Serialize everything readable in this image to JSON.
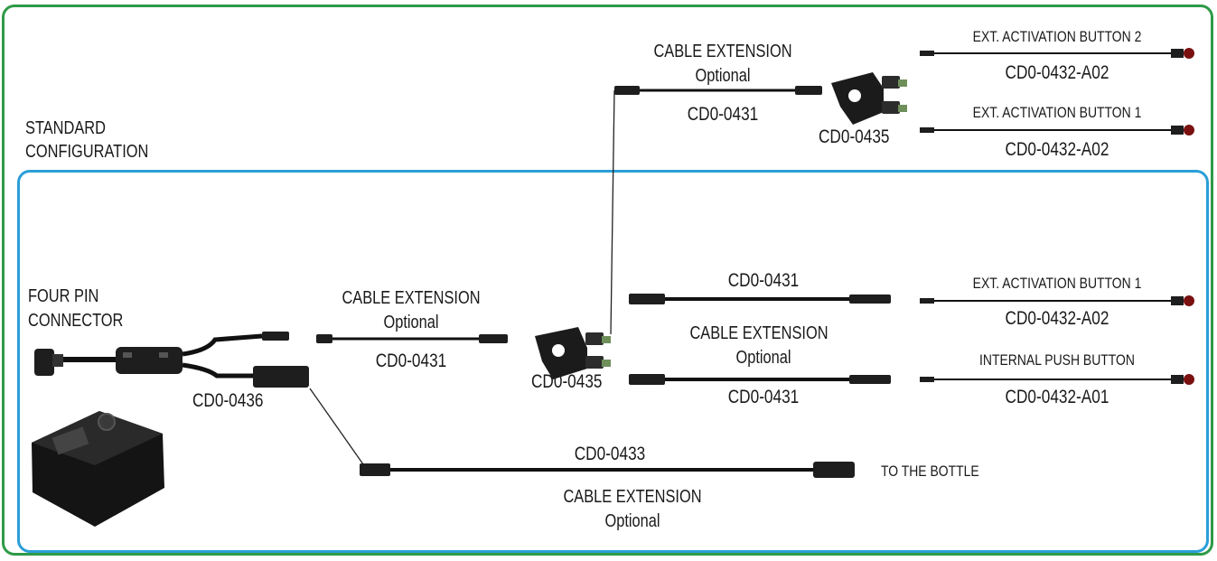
{
  "labels": {
    "standard_line1": "STANDARD",
    "standard_line2": "CONFIGURATION",
    "four_pin_line1": "FOUR PIN",
    "four_pin_line2": "CONNECTOR",
    "cd0_0436": "CD0-0436",
    "mid_ext_title": "CABLE EXTENSION",
    "mid_ext_optional": "Optional",
    "mid_ext_code": "CD0-0431",
    "splitter_low_code": "CD0-0435",
    "top_ext_title": "CABLE EXTENSION",
    "top_ext_optional": "Optional",
    "top_ext_code": "CD0-0431",
    "splitter_top_code": "CD0-0435",
    "top_btn2_title": "EXT. ACTIVATION BUTTON 2",
    "top_btn2_code": "CD0-0432-A02",
    "top_btn1_title": "EXT. ACTIVATION BUTTON 1",
    "top_btn1_code": "CD0-0432-A02",
    "right_upper_cable_code": "CD0-0431",
    "right_mid_ext_title": "CABLE EXTENSION",
    "right_mid_ext_optional": "Optional",
    "right_lower_cable_code": "CD0-0431",
    "low_btn1_title": "EXT. ACTIVATION BUTTON 1",
    "low_btn1_code": "CD0-0432-A02",
    "internal_btn_title": "INTERNAL PUSH BUTTON",
    "internal_btn_code": "CD0-0432-A01",
    "bottle_cable_code": "CD0-0433",
    "bottle_label": "TO THE BOTTLE",
    "bottle_ext_title": "CABLE EXTENSION",
    "bottle_ext_optional": "Optional"
  },
  "colors": {
    "outer_border": "#2e9a47",
    "inner_border": "#2a9fd8",
    "cable": "#111111",
    "connector": "#1e1e1e",
    "button_cap": "#7a1010"
  }
}
